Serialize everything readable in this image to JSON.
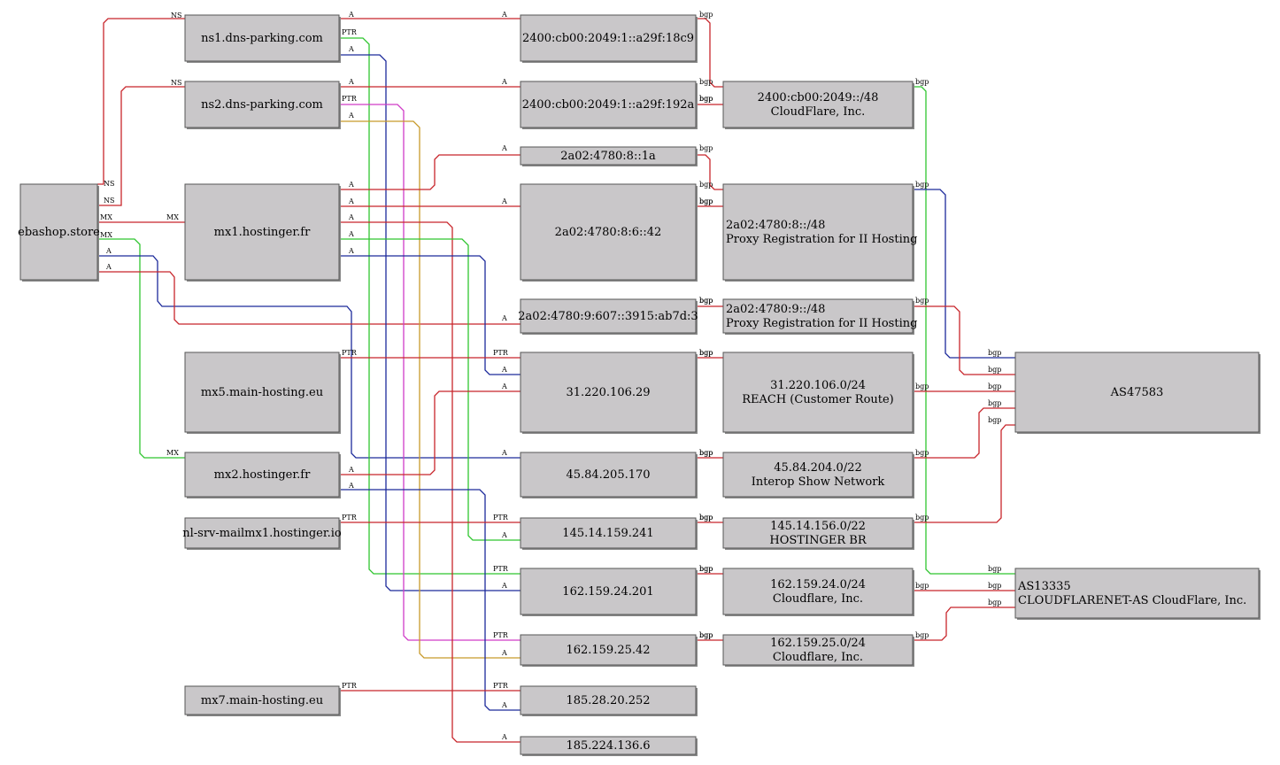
{
  "colors": {
    "red": "#c8252b",
    "green": "#2fc52f",
    "blue": "#1c2a9b",
    "magenta": "#d03cc8",
    "orange": "#c89a2a",
    "box": "#c9c7c9"
  },
  "nodes": {
    "ebashop": {
      "lines": [
        "ebashop.store"
      ]
    },
    "ns1": {
      "lines": [
        "ns1.dns-parking.com"
      ]
    },
    "ns2": {
      "lines": [
        "ns2.dns-parking.com"
      ]
    },
    "mx1": {
      "lines": [
        "mx1.hostinger.fr"
      ]
    },
    "mx5": {
      "lines": [
        "mx5.main-hosting.eu"
      ]
    },
    "mx2": {
      "lines": [
        "mx2.hostinger.fr"
      ]
    },
    "nlsrv": {
      "lines": [
        "nl-srv-mailmx1.hostinger.io"
      ]
    },
    "mx7": {
      "lines": [
        "mx7.main-hosting.eu"
      ]
    },
    "ip6a": {
      "lines": [
        "2400:cb00:2049:1::a29f:18c9"
      ]
    },
    "ip6b": {
      "lines": [
        "2400:cb00:2049:1::a29f:192a"
      ]
    },
    "ip6c": {
      "lines": [
        "2a02:4780:8::1a"
      ]
    },
    "ip6d": {
      "lines": [
        "2a02:4780:8:6::42"
      ]
    },
    "ip6e": {
      "lines": [
        "2a02:4780:9:607::3915:ab7d:3"
      ]
    },
    "ip4a": {
      "lines": [
        "31.220.106.29"
      ]
    },
    "ip4b": {
      "lines": [
        "45.84.205.170"
      ]
    },
    "ip4c": {
      "lines": [
        "145.14.159.241"
      ]
    },
    "ip4d": {
      "lines": [
        "162.159.24.201"
      ]
    },
    "ip4e": {
      "lines": [
        "162.159.25.42"
      ]
    },
    "ip4f": {
      "lines": [
        "185.28.20.252"
      ]
    },
    "ip4g": {
      "lines": [
        "185.224.136.6"
      ]
    },
    "pfx1": {
      "lines": [
        "2400:cb00:2049::/48",
        "CloudFlare, Inc."
      ]
    },
    "pfx2": {
      "lines": [
        "2a02:4780:8::/48",
        "Proxy Registration for II Hosting"
      ]
    },
    "pfx3": {
      "lines": [
        "2a02:4780:9::/48",
        "Proxy Registration for II Hosting"
      ]
    },
    "pfx4": {
      "lines": [
        "31.220.106.0/24",
        "REACH (Customer Route)"
      ]
    },
    "pfx5": {
      "lines": [
        "45.84.204.0/22",
        "Interop Show Network"
      ]
    },
    "pfx6": {
      "lines": [
        "145.14.156.0/22",
        "HOSTINGER BR"
      ]
    },
    "pfx7": {
      "lines": [
        "162.159.24.0/24",
        "Cloudflare, Inc."
      ]
    },
    "pfx8": {
      "lines": [
        "162.159.25.0/24",
        "Cloudflare, Inc."
      ]
    },
    "as47583": {
      "lines": [
        "AS47583"
      ]
    },
    "as13335": {
      "lines": [
        "AS13335",
        "CLOUDFLARENET-AS CloudFlare, Inc."
      ]
    }
  },
  "edges": [
    {
      "from": "ebashop",
      "to": "ns1",
      "label": "NS",
      "color": "red"
    },
    {
      "from": "ebashop",
      "to": "ns2",
      "label": "NS",
      "color": "red"
    },
    {
      "from": "ebashop",
      "to": "mx1",
      "label": "MX",
      "color": "red"
    },
    {
      "from": "ebashop",
      "to": "mx2",
      "label": "MX",
      "color": "green"
    },
    {
      "from": "ebashop",
      "to": "ip4b",
      "label": "A",
      "color": "blue"
    },
    {
      "from": "ebashop",
      "to": "ip6e",
      "label": "A",
      "color": "red"
    },
    {
      "from": "ns1",
      "to": "ip6a",
      "label": "A",
      "color": "red"
    },
    {
      "from": "ns1",
      "to": "ip4d",
      "label": "PTR",
      "color": "green"
    },
    {
      "from": "ns1",
      "to": "ip4d",
      "label": "A",
      "color": "blue"
    },
    {
      "from": "ns2",
      "to": "ip6b",
      "label": "A",
      "color": "red"
    },
    {
      "from": "ns2",
      "to": "ip4e",
      "label": "PTR",
      "color": "magenta"
    },
    {
      "from": "ns2",
      "to": "ip4e",
      "label": "A",
      "color": "orange"
    },
    {
      "from": "mx1",
      "to": "ip6c",
      "label": "A",
      "color": "red"
    },
    {
      "from": "mx1",
      "to": "ip6d",
      "label": "A",
      "color": "red"
    },
    {
      "from": "mx1",
      "to": "ip4g",
      "label": "A",
      "color": "red"
    },
    {
      "from": "mx1",
      "to": "ip4c",
      "label": "A",
      "color": "green"
    },
    {
      "from": "mx1",
      "to": "ip4a",
      "label": "A",
      "color": "blue"
    },
    {
      "from": "mx5",
      "to": "ip4a",
      "label": "PTR",
      "color": "red"
    },
    {
      "from": "mx2",
      "to": "ip4a",
      "label": "A",
      "color": "red"
    },
    {
      "from": "mx2",
      "to": "ip4f",
      "label": "A",
      "color": "blue"
    },
    {
      "from": "nlsrv",
      "to": "ip4c",
      "label": "PTR",
      "color": "red"
    },
    {
      "from": "mx7",
      "to": "ip4f",
      "label": "PTR",
      "color": "red"
    },
    {
      "from": "ip6a",
      "to": "pfx1",
      "label": "bgp",
      "color": "red"
    },
    {
      "from": "ip6b",
      "to": "pfx1",
      "label": "bgp",
      "color": "red"
    },
    {
      "from": "ip6c",
      "to": "pfx2",
      "label": "bgp",
      "color": "red"
    },
    {
      "from": "ip6d",
      "to": "pfx2",
      "label": "bgp",
      "color": "red"
    },
    {
      "from": "ip6e",
      "to": "pfx3",
      "label": "bgp",
      "color": "red"
    },
    {
      "from": "ip4a",
      "to": "pfx4",
      "label": "bgp",
      "color": "red"
    },
    {
      "from": "ip4b",
      "to": "pfx5",
      "label": "bgp",
      "color": "red"
    },
    {
      "from": "ip4c",
      "to": "pfx6",
      "label": "bgp",
      "color": "red"
    },
    {
      "from": "ip4d",
      "to": "pfx7",
      "label": "bgp",
      "color": "red"
    },
    {
      "from": "ip4e",
      "to": "pfx8",
      "label": "bgp",
      "color": "red"
    },
    {
      "from": "pfx1",
      "to": "as13335",
      "label": "bgp",
      "color": "green"
    },
    {
      "from": "pfx2",
      "to": "as47583",
      "label": "bgp",
      "color": "blue"
    },
    {
      "from": "pfx3",
      "to": "as47583",
      "label": "bgp",
      "color": "red"
    },
    {
      "from": "pfx4",
      "to": "as47583",
      "label": "bgp",
      "color": "red"
    },
    {
      "from": "pfx5",
      "to": "as47583",
      "label": "bgp",
      "color": "red"
    },
    {
      "from": "pfx6",
      "to": "as47583",
      "label": "bgp",
      "color": "red"
    },
    {
      "from": "pfx7",
      "to": "as13335",
      "label": "bgp",
      "color": "red"
    },
    {
      "from": "pfx8",
      "to": "as13335",
      "label": "bgp",
      "color": "red"
    }
  ]
}
